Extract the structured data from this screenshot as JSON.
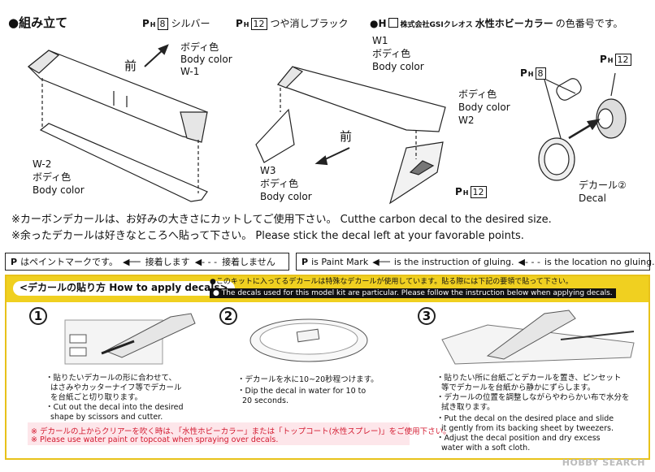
{
  "header": {
    "title": "●組み立て",
    "paint1_num": "8",
    "paint1_name": "シルバー",
    "paint2_num": "12",
    "paint2_name": "つや消しブラック",
    "h_prefix": "●H",
    "h_company": "株式会社GSIクレオス",
    "h_brand": "水性ホビーカラー",
    "h_suffix": "の色番号です。"
  },
  "ph_label": "P",
  "ph_sub": "H",
  "parts": {
    "w1_left_jp": "ボディ色",
    "w1_left_en": "Body color",
    "w1_left_id": "W-1",
    "w2_left_id": "W-2",
    "w2_left_jp": "ボディ色",
    "w2_left_en": "Body color",
    "w1_mid_id": "W1",
    "w1_mid_jp": "ボディ色",
    "w1_mid_en": "Body color",
    "w2_mid_jp": "ボディ色",
    "w2_mid_en": "Body color",
    "w2_mid_id": "W2",
    "w3_id": "W3",
    "w3_jp": "ボディ色",
    "w3_en": "Body color",
    "front1": "前",
    "front2": "前",
    "ph12_mid": "12",
    "ph8_right": "8",
    "ph12_right": "12",
    "decal_jp": "デカール②",
    "decal_en": "Decal"
  },
  "notes": {
    "line1": "※カーボンデカールは、お好みの大きさにカットしてご使用下さい。 Cutthe carbon decal to the desired size.",
    "line2": "※余ったデカールは好きなところへ貼って下さい。 Please stick the decal left at your favorable points."
  },
  "legend": {
    "jp_pmark": "はペイントマークです。",
    "jp_glue": "接着します",
    "jp_noglue": "接着しません",
    "en_pmark": "is Paint Mark",
    "en_glue": "is the instruction of gluing.",
    "en_noglue": "is the location no gluing."
  },
  "decals": {
    "title": "<デカールの貼り方 How to apply decals>",
    "note_jp": "●このキットに入ってるデカールは特殊なデカールが使用しています。貼る際には下記の要領で貼って下さい。",
    "note_en": "● The decals used for this model kit are particular. Please follow the instruction below when applying decals.",
    "step1_num": "1",
    "step2_num": "2",
    "step3_num": "3",
    "step1_jp1": "・貼りたいデカールの形に合わせて、",
    "step1_jp2": "はさみやカッターナイフ等でデカール",
    "step1_jp3": "を台紙ごと切り取ります。",
    "step1_en1": "・Cut out the decal into the desired",
    "step1_en2": "shape by scissors and cutter.",
    "step2_jp": "・デカールを水に10~20秒程つけます。",
    "step2_en1": "・Dip the decal in water for 10 to",
    "step2_en2": "20 seconds.",
    "step3_jp1": "・貼りたい所に台紙ごとデカールを置き、ピンセット",
    "step3_jp2": "等でデカールを台紙から静かにずらします。",
    "step3_jp3": "・デカールの位置を調整しながらやわらかい布で水分を",
    "step3_jp4": "拭き取ります。",
    "step3_en1": "・Put the decal on the desired place and slide",
    "step3_en2": "it gently from its backing sheet by tweezers.",
    "step3_en3": "・Adjust the decal position and dry excess",
    "step3_en4": "water with a soft cloth.",
    "warn_jp": "※ デカールの上からクリアーを吹く時は、「水性ホビーカラー」または「トップコート(水性スプレー)」をご使用下さい。",
    "warn_en": "※ Please use water paint or topcoat when spraying over decals."
  },
  "watermark": "HOBBY SEARCH",
  "colors": {
    "accent_yellow": "#f0d020",
    "warning_red": "#d3182e",
    "warning_bg": "#fde6ea"
  }
}
